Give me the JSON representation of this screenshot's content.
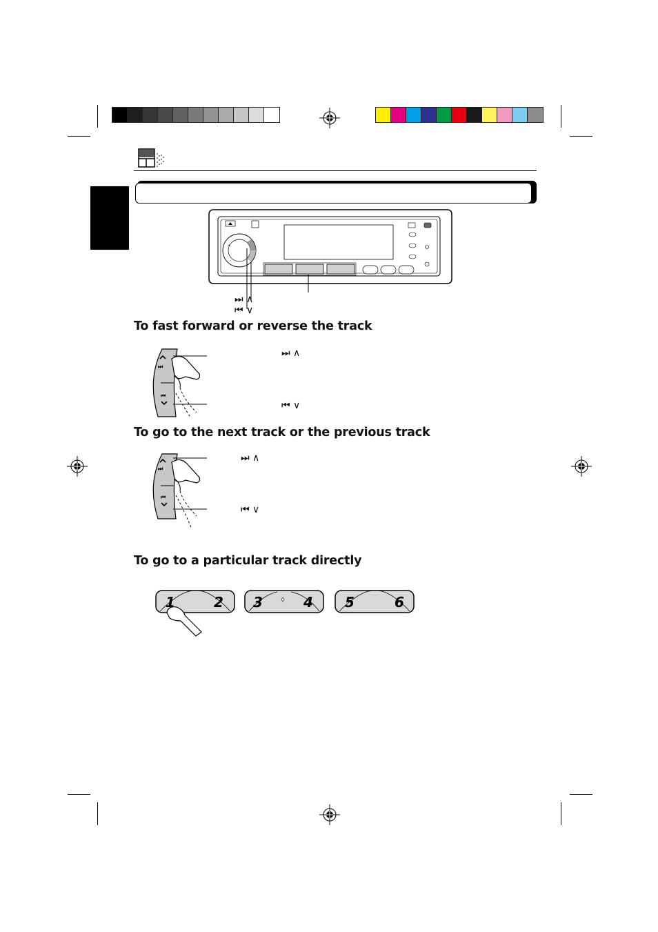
{
  "color_bars": {
    "gray_scale": [
      "#000000",
      "#1e1e1e",
      "#363636",
      "#4a4a4a",
      "#626262",
      "#7a7a7a",
      "#939393",
      "#ababab",
      "#c4c4c4",
      "#dcdcdc",
      "#ffffff"
    ],
    "color_scale": [
      "#ffee00",
      "#e6007e",
      "#00a0e9",
      "#2e3192",
      "#009944",
      "#e60012",
      "#1a1a1a",
      "#fff35c",
      "#f49ac1",
      "#7ecef4",
      "#8c8c8c"
    ]
  },
  "section_banner": {
    "text": ""
  },
  "callout_labels": {
    "forward_up": "⏭ ∧",
    "back_down": "⏮ ∨"
  },
  "sections": {
    "fast_forward": {
      "heading": "To fast forward or reverse the track"
    },
    "next_previous": {
      "heading": "To go to the next track or the previous track"
    },
    "particular_track": {
      "heading": "To go to a particular track directly"
    }
  },
  "preset_buttons": [
    {
      "left": "1",
      "right": "2"
    },
    {
      "left": "3",
      "right": "4"
    },
    {
      "left": "5",
      "right": "6"
    }
  ],
  "colors": {
    "rule": "#000000",
    "tab": "#000000",
    "button_fill": "#d9d9d9"
  }
}
